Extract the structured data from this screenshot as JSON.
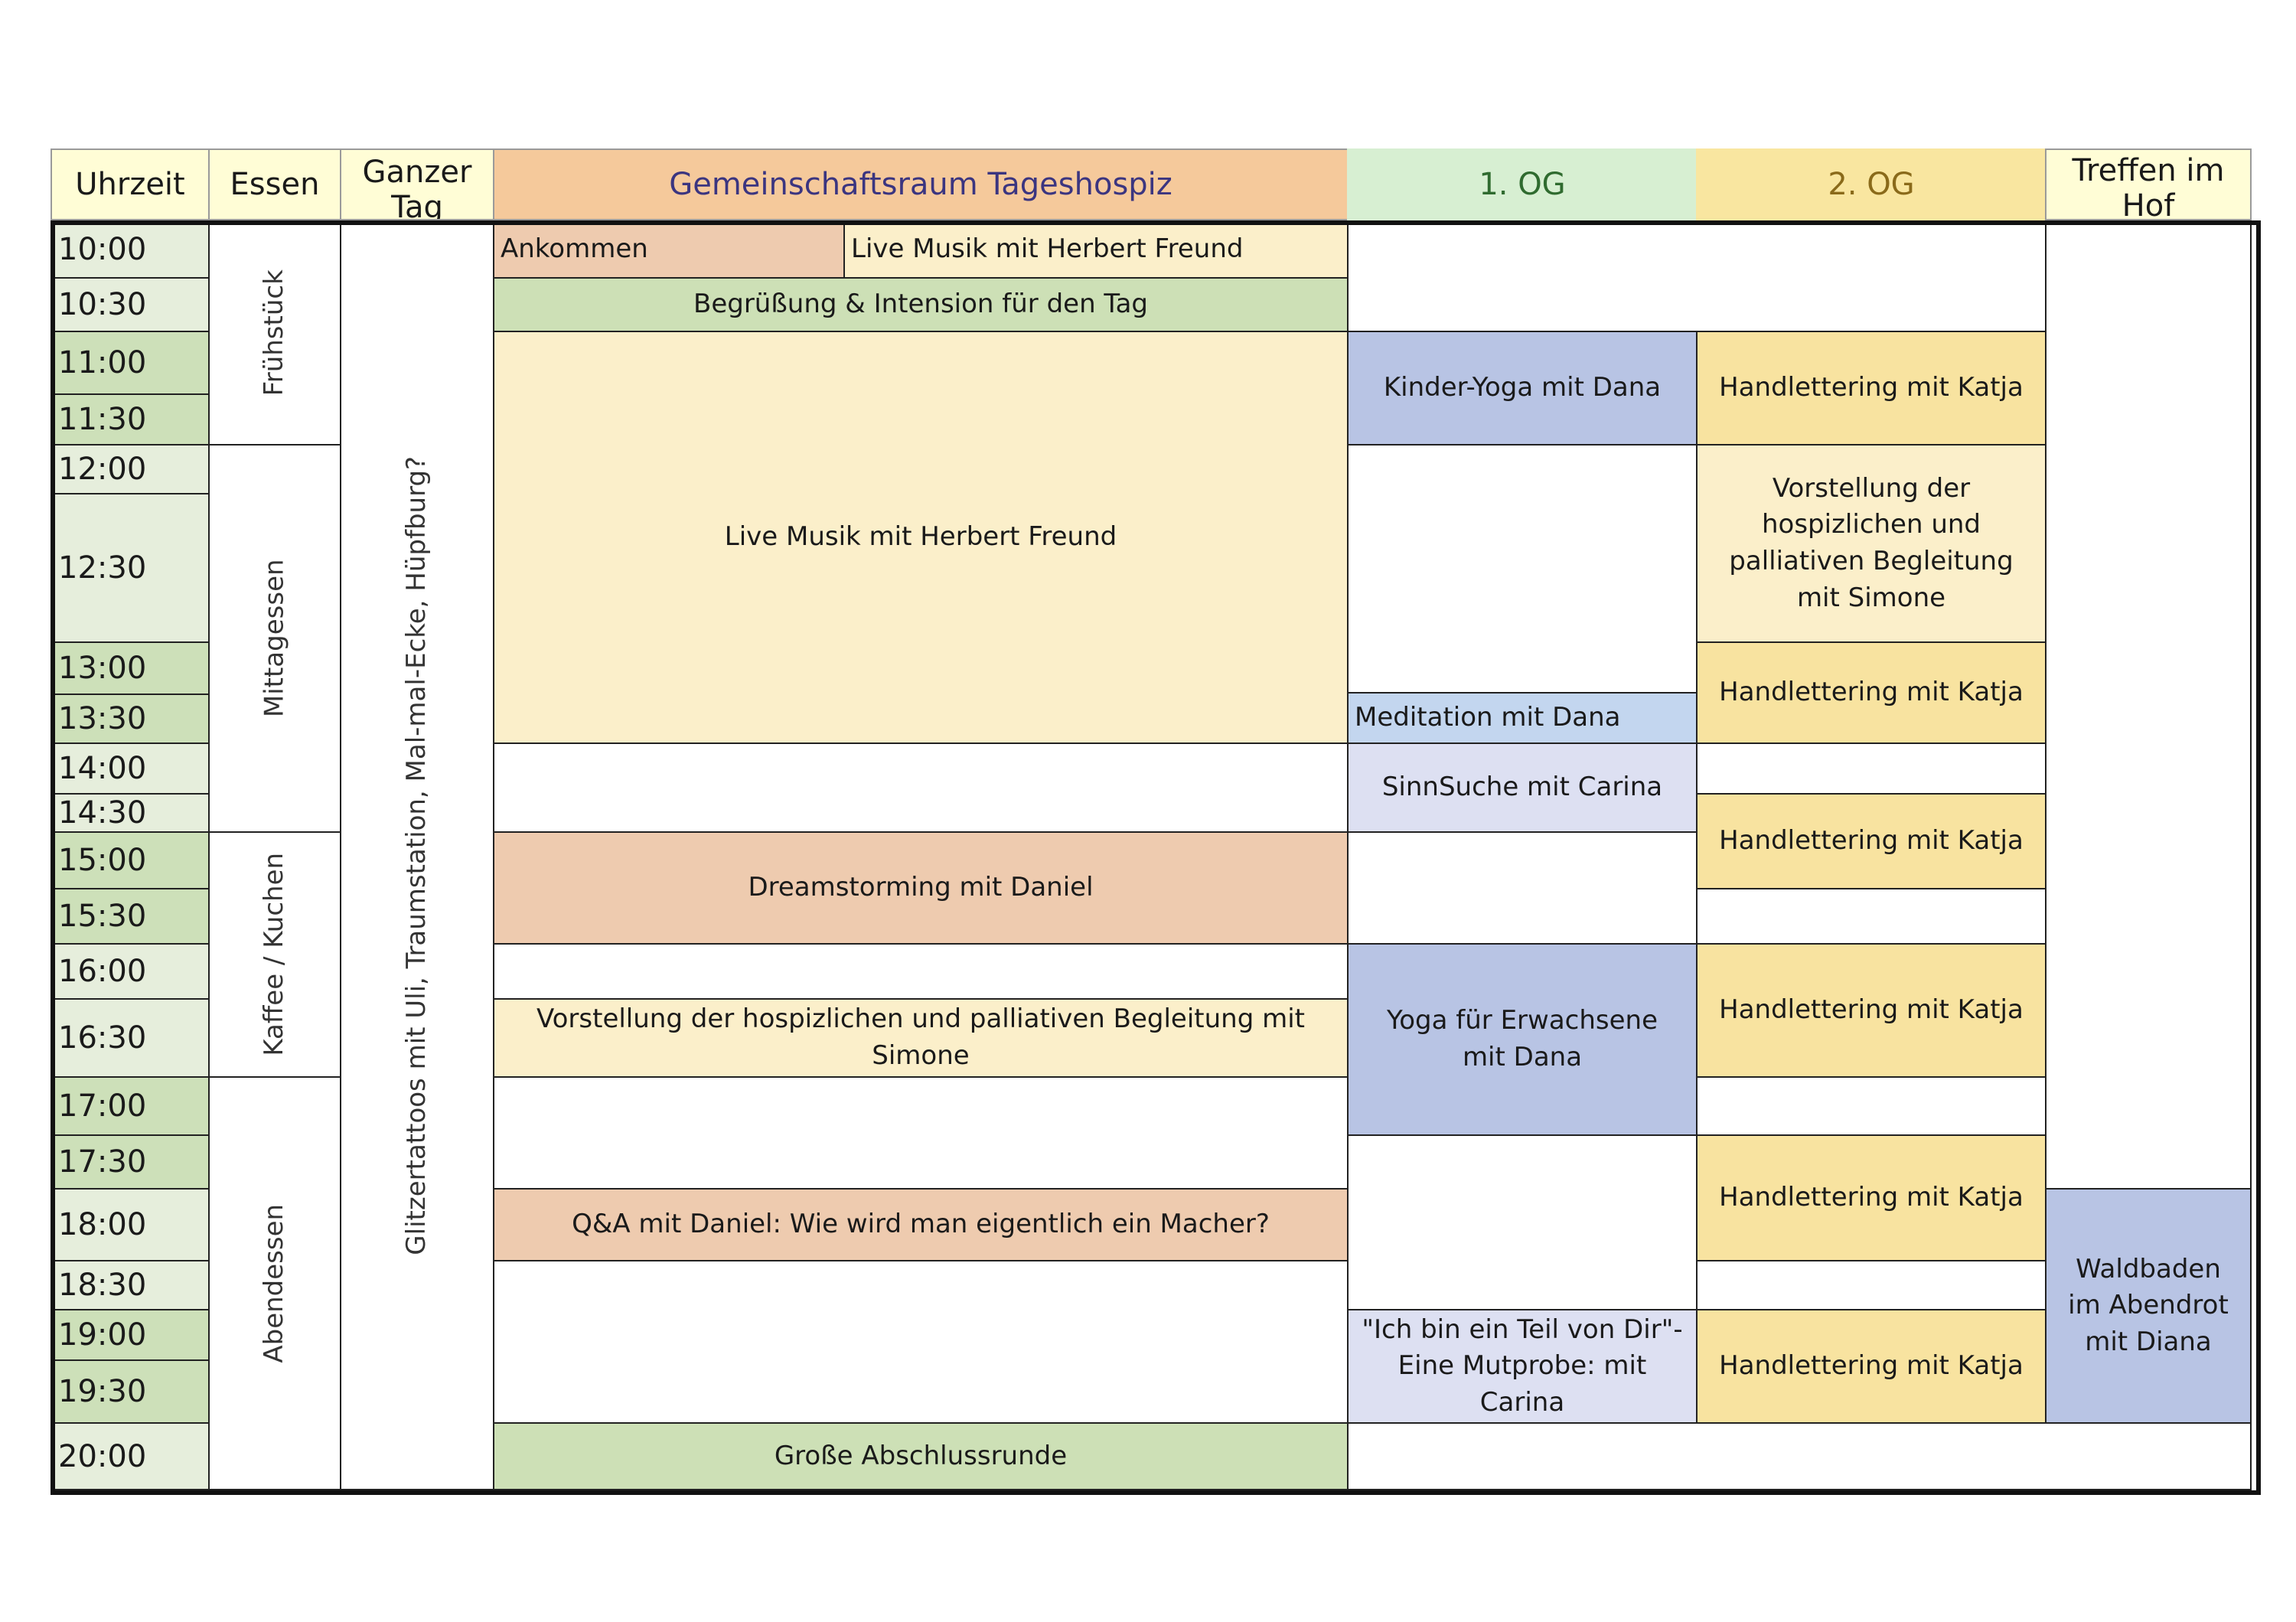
{
  "colors": {
    "header_light_yellow": "#fffdd6",
    "header_orange": "#f5c99b",
    "header_green": "#d7efd2",
    "header_yellow": "#f9e6a0",
    "time_light": "#e6eedc",
    "time_dark": "#cde0b9",
    "salmon": "#eecbaf",
    "cream": "#fbefca",
    "green": "#cde0b6",
    "blue": "#b8c4e4",
    "light_blue": "#c3d6ef",
    "lavender": "#dde0f2",
    "yellow": "#f8e3a0",
    "header_text_purple": "#3b3580",
    "header_text_green": "#2f6b2f",
    "header_text_gold": "#8a6a1a"
  },
  "headers": {
    "uhrzeit": "Uhrzeit",
    "essen": "Essen",
    "ganzer_tag": "Ganzer Tag",
    "gemeinschaftsraum": "Gemeinschaftsraum Tageshospiz",
    "og1": "1. OG",
    "og2": "2. OG",
    "hof": "Treffen im Hof"
  },
  "times": [
    "10:00",
    "10:30",
    "11:00",
    "11:30",
    "12:00",
    "12:30",
    "13:00",
    "13:30",
    "14:00",
    "14:30",
    "15:00",
    "15:30",
    "16:00",
    "16:30",
    "17:00",
    "17:30",
    "18:00",
    "18:30",
    "19:00",
    "19:30",
    "20:00"
  ],
  "meals": [
    "Frühstück",
    "Mittagessen",
    "Kaffee / Kuchen",
    "Abendessen"
  ],
  "ganzer_tag_text": "Glitzertattoos mit Uli, Traumstation, Mal-mal-Ecke, Hüpfburg?",
  "gemeinschaftsraum": {
    "ankommen": "Ankommen",
    "live_musik_1": "Live Musik mit Herbert Freund",
    "begruessung": "Begrüßung & Intension für den Tag",
    "live_musik_2": "Live Musik mit Herbert Freund",
    "dreamstorming": "Dreamstorming mit Daniel",
    "vorstellung": "Vorstellung der hospizlichen und palliativen Begleitung mit Simone",
    "qa": "Q&A mit Daniel: Wie wird man eigentlich ein Macher?",
    "abschluss": "Große Abschlussrunde"
  },
  "og1": {
    "kinder_yoga": "Kinder-Yoga mit Dana",
    "meditation": "Meditation mit Dana",
    "sinnsuche": "SinnSuche mit Carina",
    "yoga_erwachsene": "Yoga für Erwachsene mit Dana",
    "mutprobe": "\"Ich bin ein Teil von Dir\"- Eine Mutprobe: mit Carina"
  },
  "og2": {
    "handlettering_1": "Handlettering mit Katja",
    "vorstellung": "Vorstellung der hospizlichen und palliativen Begleitung mit Simone",
    "handlettering_2": "Handlettering mit Katja",
    "handlettering_3": "Handlettering mit Katja",
    "handlettering_4": "Handlettering mit Katja",
    "handlettering_5": "Handlettering mit Katja",
    "handlettering_6": "Handlettering mit Katja"
  },
  "hof": {
    "waldbaden": "Waldbaden im Abendrot mit Diana"
  }
}
